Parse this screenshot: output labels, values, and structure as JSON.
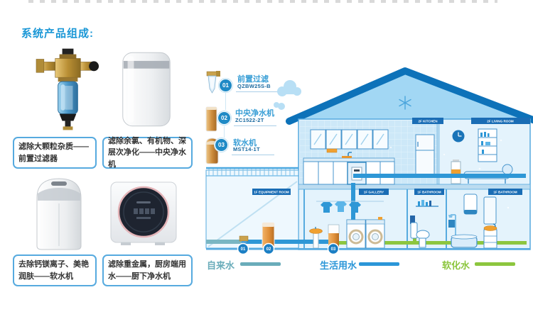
{
  "title": "系统产品组成:",
  "products": [
    {
      "label": "滤除大颗粒杂质——前置过滤器"
    },
    {
      "label": "滤除余氯、有机物、深层次净化——中央净水机"
    },
    {
      "label": "去除钙镁离子、美艳润肤——软水机"
    },
    {
      "label": "滤除重金属，厨房端用水——厨下净水机"
    }
  ],
  "device_list": [
    {
      "num": "01",
      "name": "前置过滤",
      "model": "QZBW25S-B"
    },
    {
      "num": "02",
      "name": "中央净水机",
      "model": "ZC1522-2T"
    },
    {
      "num": "03",
      "name": "软水机",
      "model": "MST14-1T"
    }
  ],
  "house": {
    "room_labels": {
      "kitchen": "2F KITCHEN",
      "living_room": "2F LIVING ROOM",
      "equipment_room": "1F EQUIPMENT ROOM",
      "gallery": "1F GALLERY",
      "bathroom1": "1F BATHROOM",
      "bathroom2": "1F BATHROOM"
    },
    "pipe_markers": [
      "01",
      "02",
      "03"
    ]
  },
  "legend": [
    {
      "label": "自来水",
      "color": "#6aacba"
    },
    {
      "label": "生活用水",
      "color": "#2b96d8"
    },
    {
      "label": "软化水",
      "color": "#8cc63e"
    }
  ],
  "colors": {
    "accent_blue": "#1a97d6",
    "box_border": "#56aadf",
    "roof_blue": "#0d72b9",
    "pipe_tap": "#79b6c3",
    "pipe_domestic": "#2e97d6",
    "pipe_soft": "#8dc63f"
  }
}
